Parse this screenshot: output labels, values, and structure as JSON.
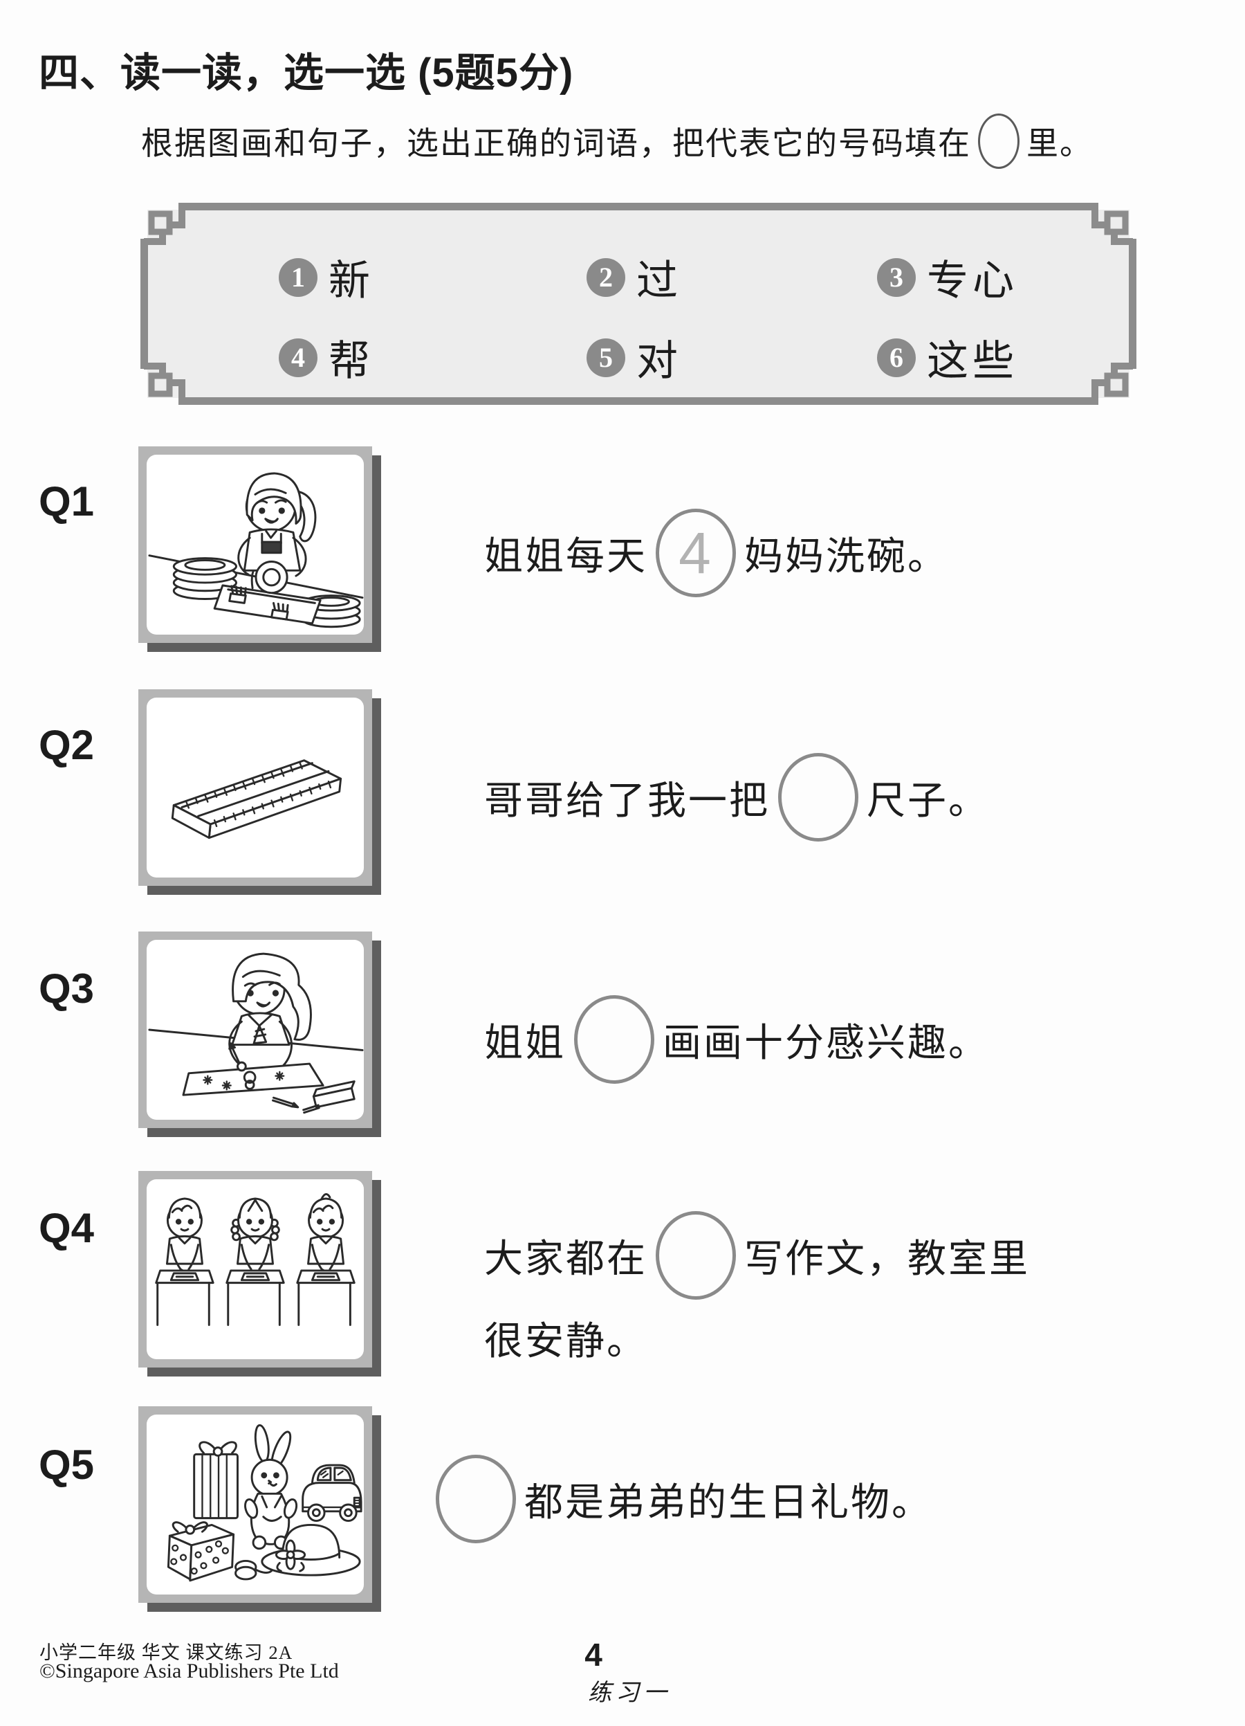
{
  "header": {
    "section_title": "四、读一读，选一选 (5题5分)",
    "instruction_prefix": "根据图画和句子，选出正确的词语，把代表它的号码填在",
    "instruction_suffix": "里。"
  },
  "word_bank": {
    "items": [
      {
        "num": "1",
        "word": "新"
      },
      {
        "num": "2",
        "word": "过"
      },
      {
        "num": "3",
        "word": "专心"
      },
      {
        "num": "4",
        "word": "帮"
      },
      {
        "num": "5",
        "word": "对"
      },
      {
        "num": "6",
        "word": "这些"
      }
    ]
  },
  "questions": [
    {
      "label": "Q1",
      "illustration": "girl-washing-dishes",
      "pre": "姐姐每天",
      "answer": "4",
      "post": "妈妈洗碗。"
    },
    {
      "label": "Q2",
      "illustration": "ruler",
      "pre": "哥哥给了我一把",
      "answer": "",
      "post": "尺子。"
    },
    {
      "label": "Q3",
      "illustration": "girl-drawing-picture",
      "pre": "姐姐",
      "answer": "",
      "post": "画画十分感兴趣。"
    },
    {
      "label": "Q4",
      "illustration": "students-writing-at-desks",
      "pre": "大家都在",
      "answer": "",
      "post": "写作文，教室里",
      "post2": "很安静。"
    },
    {
      "label": "Q5",
      "illustration": "birthday-presents",
      "pre": "",
      "answer": "",
      "post": "都是弟弟的生日礼物。"
    }
  ],
  "footer": {
    "book_title": "小学二年级 华文 课文练习 2A",
    "copyright": "©Singapore Asia Publishers Pte Ltd",
    "page_number": "4",
    "exercise_label": "练习一"
  },
  "colors": {
    "number_badge": "#8a8a8a",
    "bank_frame": "#8c8c8c",
    "bank_fill": "#ededed",
    "image_frame": "#b5b5b5",
    "image_shadow": "#5e5e5e",
    "answer_digit": "#b2b2b2"
  }
}
